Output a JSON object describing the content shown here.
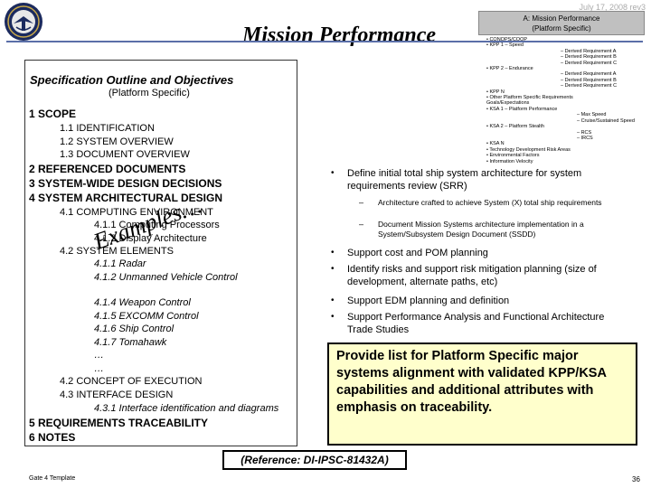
{
  "header": {
    "date_stamp": "July 17, 2008 rev3",
    "title": "Mission Performance",
    "box_title": [
      "A: Mission Performance",
      "(Platform Specific)"
    ]
  },
  "side_list": [
    "• CONOPS/COOP",
    "• KPP 1 – Speed",
    "– Derived Requirement A",
    "– Derived Requirement B",
    "– Derived Requirement C",
    "• KPP 2 – Endurance",
    "– Derived Requirement A",
    "– Derived Requirement B",
    "– Derived Requirement C",
    "• KPP N",
    "• Other Platform Specific Requirements",
    "Goals/Expectations",
    "• KSA 1 – Platform Performance",
    "– Max Speed",
    "– Cruise/Sustained Speed",
    "• KSA 2 – Platform Stealth",
    "– RCS",
    "– IRCS",
    "• KSA N",
    "• Technology Development Risk Areas",
    "• Environmental Factors",
    "• Information Velocity"
  ],
  "outline": {
    "heading": "Specification Outline and Objectives",
    "subheading": "(Platform Specific)",
    "items": [
      {
        "t": "1 SCOPE"
      },
      {
        "t": "1.1 IDENTIFICATION"
      },
      {
        "t": "1.2 SYSTEM OVERVIEW"
      },
      {
        "t": "1.3 DOCUMENT OVERVIEW"
      },
      {
        "t": "2 REFERENCED DOCUMENTS"
      },
      {
        "t": "3 SYSTEM-WIDE DESIGN DECISIONS"
      },
      {
        "t": "4 SYSTEM ARCHITECTURAL DESIGN"
      },
      {
        "t": "4.1 COMPUTING ENVIRONMENT"
      },
      {
        "t": "4.1.1 Computing Processors"
      },
      {
        "t": "4.1.2 Display Architecture"
      },
      {
        "t": "4.2 SYSTEM ELEMENTS"
      },
      {
        "t": "4.1.1 Radar"
      },
      {
        "t": "4.1.2 Unmanned Vehicle Control"
      },
      {
        "t": "4.1.4 Weapon Control"
      },
      {
        "t": "4.1.5 EXCOMM Control"
      },
      {
        "t": "4.1.6 Ship Control"
      },
      {
        "t": "4.1.7 Tomahawk"
      },
      {
        "t": "…"
      },
      {
        "t": "…"
      },
      {
        "t": "4.2 CONCEPT OF EXECUTION"
      },
      {
        "t": "4.3 INTERFACE DESIGN"
      },
      {
        "t": "4.3.1 Interface identification and diagrams"
      },
      {
        "t": "5 REQUIREMENTS TRACEABILITY"
      },
      {
        "t": "6 NOTES"
      }
    ],
    "watermark": "Examples…"
  },
  "bullets": [
    "Define initial total ship system architecture for system requirements review (SRR)",
    "Support cost and POM planning",
    "Identify risks and support risk mitigation planning (size of development, alternate paths, etc)",
    "Support EDM planning and definition",
    "Support Performance Analysis and Functional Architecture Trade Studies"
  ],
  "sub_bullets": [
    "Architecture crafted to achieve System (X) total ship requirements",
    "Document Mission Systems architecture implementation in a System/Subsystem Design Document (SSDD)"
  ],
  "callout": "Provide list for Platform Specific major systems alignment with validated KPP/KSA capabilities and additional attributes with emphasis on traceability.",
  "reference": "(Reference: DI-IPSC-81432A)",
  "footer": {
    "template": "Gate 4 Template",
    "page": "36"
  }
}
